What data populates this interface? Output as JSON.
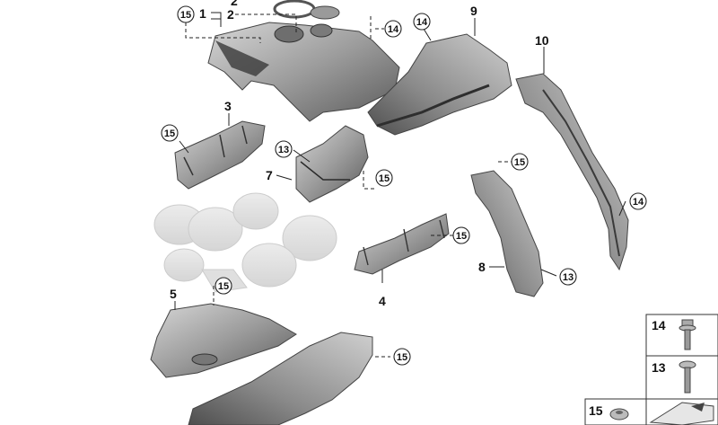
{
  "callouts": {
    "n1": "1",
    "n2a": "2",
    "n2b": "2",
    "n3": "3",
    "n4": "4",
    "n5": "5",
    "n7": "7",
    "n8": "8",
    "n9": "9",
    "n10": "10",
    "c15_top": "15",
    "c14_top": "14",
    "c14_mid": "14",
    "c15_left": "15",
    "c13_mid": "13",
    "c15_mid": "15",
    "c15_right": "15",
    "c14_right": "14",
    "c15_center": "15",
    "c13_right": "13",
    "c15_lower": "15",
    "c15_bottom": "15"
  },
  "legend": {
    "item14": "14",
    "item13": "13",
    "item15": "15"
  },
  "colors": {
    "shield_light": "#c4c4c4",
    "shield_mid": "#9a9a9a",
    "shield_dark": "#555555",
    "turbo_ghost": "#dddddd"
  }
}
